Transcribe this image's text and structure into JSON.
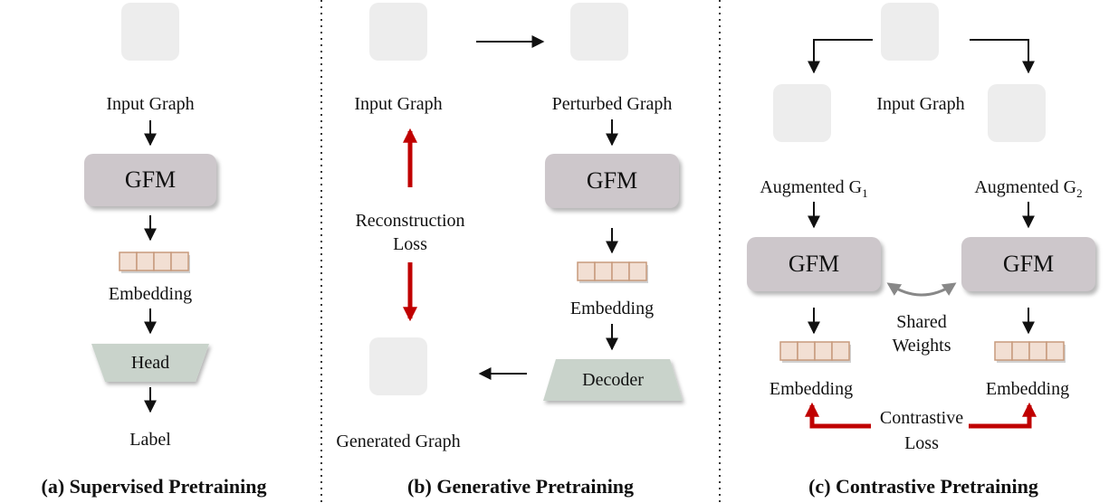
{
  "panel_a": {
    "input_label": "Input Graph",
    "gfm_label": "GFM",
    "embedding_label": "Embedding",
    "head_label": "Head",
    "output_label": "Label",
    "title": "(a) Supervised Pretraining"
  },
  "panel_b": {
    "input_label": "Input Graph",
    "perturbed_label": "Perturbed Graph",
    "gfm_label": "GFM",
    "embedding_label": "Embedding",
    "decoder_label": "Decoder",
    "generated_label": "Generated Graph",
    "loss_line1": "Reconstruction",
    "loss_line2": "Loss",
    "title": "(b) Generative Pretraining"
  },
  "panel_c": {
    "input_label": "Input Graph",
    "aug1_prefix": "Augmented G",
    "aug1_sub": "1",
    "aug2_prefix": "Augmented G",
    "aug2_sub": "2",
    "gfm_left_label": "GFM",
    "gfm_right_label": "GFM",
    "shared_line1": "Shared",
    "shared_line2": "Weights",
    "embedding_left_label": "Embedding",
    "embedding_right_label": "Embedding",
    "loss_line1": "Contrastive",
    "loss_line2": "Loss",
    "title": "(c) Contrastive Pretraining"
  },
  "colors": {
    "gfm_fill": "#cdc7cb",
    "head_fill": "#c9d3cb",
    "embedding_fill": "#f2dfd3",
    "embedding_border": "#c79a7c",
    "tile_fill": "#ededed",
    "red_arrow": "#c00000",
    "perturb_red": "#c00000",
    "shared_arrow": "#888888"
  }
}
